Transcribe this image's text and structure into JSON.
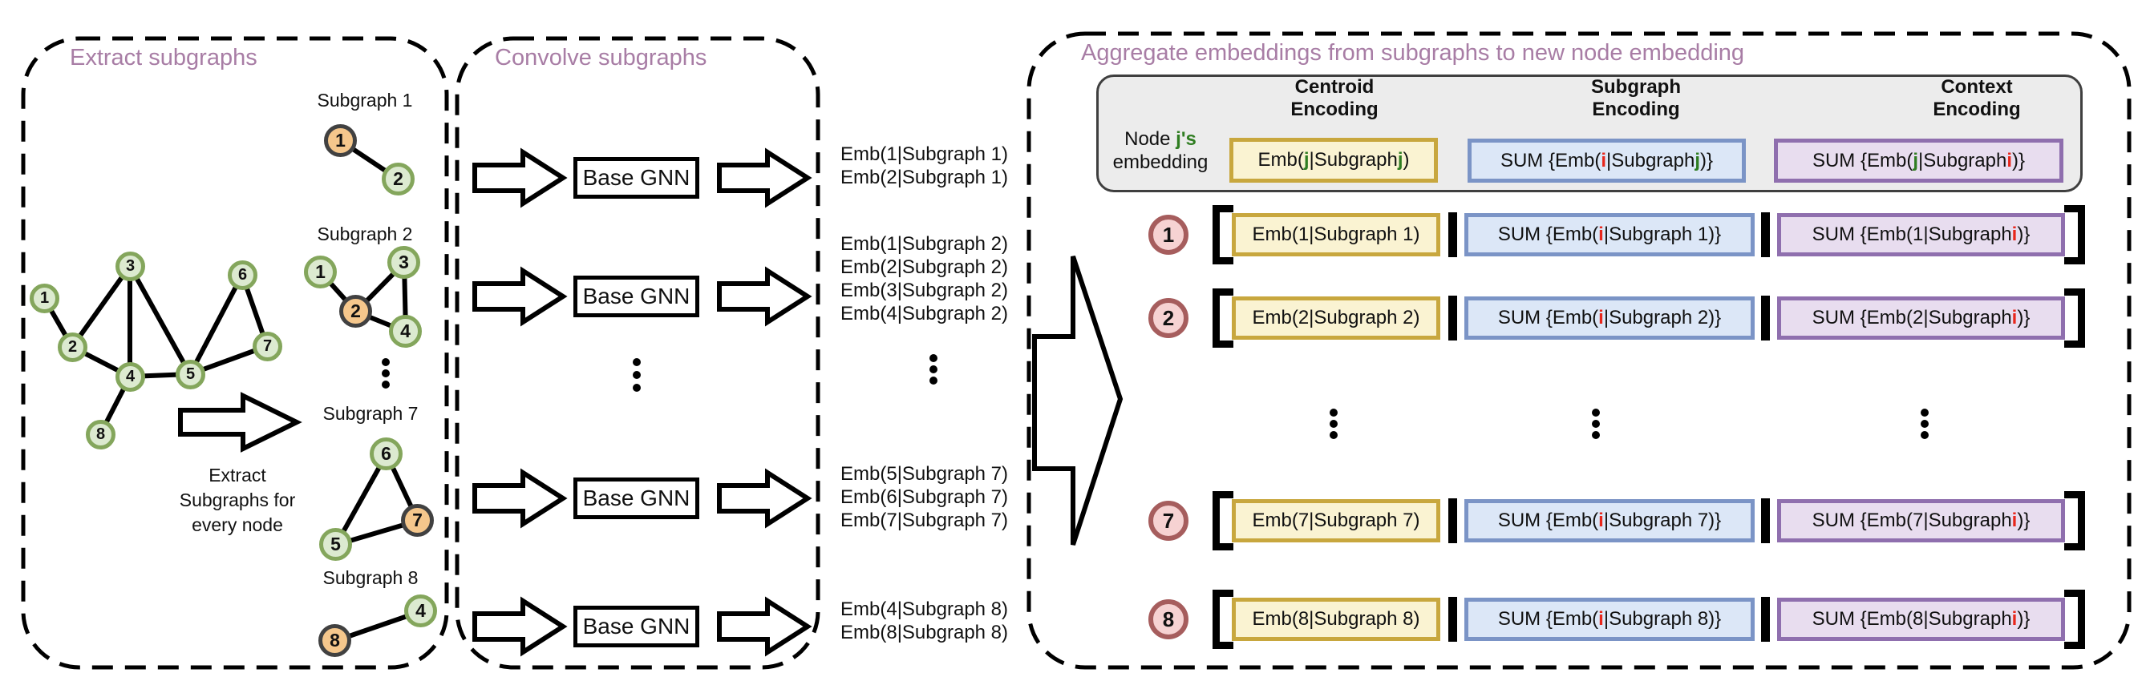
{
  "colors": {
    "title_mauve": "#a87da5",
    "node_green_fill": "#dcead0",
    "node_green_border": "#84a65c",
    "centroid_orange_fill": "#f5c78c",
    "centroid_border": "#414141",
    "pink_circle_fill": "#f6d2d2",
    "pink_circle_border": "#a65d5d",
    "centroid_box_border": "#c8a73e",
    "centroid_box_fill": "#faf3d2",
    "subgraph_box_border": "#7b94c6",
    "subgraph_box_fill": "#dce7f7",
    "context_box_border": "#8f6fae",
    "context_box_fill": "#e8ddef",
    "header_gray_fill": "#ececec",
    "green_char": "#2f7d21",
    "red_char": "#e8271c"
  },
  "panels": {
    "extract": {
      "title": "Extract subgraphs"
    },
    "convolve": {
      "title": "Convolve subgraphs",
      "gnn_label": "Base GNN"
    },
    "aggregate_title": "Aggregate embeddings from subgraphs to new node embedding"
  },
  "graph": {
    "nodes": [
      "1",
      "2",
      "3",
      "4",
      "5",
      "6",
      "7",
      "8"
    ],
    "edges": [
      [
        1,
        2
      ],
      [
        2,
        3
      ],
      [
        2,
        4
      ],
      [
        3,
        4
      ],
      [
        3,
        5
      ],
      [
        4,
        5
      ],
      [
        4,
        8
      ],
      [
        5,
        6
      ],
      [
        5,
        7
      ],
      [
        6,
        7
      ]
    ]
  },
  "extract_caption": {
    "lines": [
      "Extract",
      "Subgraphs for",
      "every node"
    ]
  },
  "subgraphs": [
    {
      "label": "Subgraph 1",
      "nodes": [
        {
          "id": "1",
          "centroid": true
        },
        {
          "id": "2",
          "centroid": false
        }
      ],
      "edges": [
        [
          1,
          2
        ]
      ]
    },
    {
      "label": "Subgraph 2",
      "nodes": [
        {
          "id": "1",
          "centroid": false
        },
        {
          "id": "2",
          "centroid": true
        },
        {
          "id": "3",
          "centroid": false
        },
        {
          "id": "4",
          "centroid": false
        }
      ],
      "edges": [
        [
          1,
          2
        ],
        [
          2,
          3
        ],
        [
          2,
          4
        ],
        [
          3,
          4
        ]
      ]
    },
    {
      "label": "Subgraph 7",
      "nodes": [
        {
          "id": "6",
          "centroid": false
        },
        {
          "id": "7",
          "centroid": true
        },
        {
          "id": "5",
          "centroid": false
        }
      ],
      "edges": [
        [
          5,
          6
        ],
        [
          6,
          7
        ],
        [
          5,
          7
        ]
      ]
    },
    {
      "label": "Subgraph 8",
      "nodes": [
        {
          "id": "4",
          "centroid": false
        },
        {
          "id": "8",
          "centroid": true
        }
      ],
      "edges": [
        [
          8,
          4
        ]
      ]
    }
  ],
  "embeddings": {
    "groups": [
      [
        "Emb(1|Subgraph 1)",
        "Emb(2|Subgraph 1)"
      ],
      [
        "Emb(1|Subgraph 2)",
        "Emb(2|Subgraph 2)",
        "Emb(3|Subgraph 2)",
        "Emb(4|Subgraph 2)"
      ],
      [
        "Emb(5|Subgraph 7)",
        "Emb(6|Subgraph 7)",
        "Emb(7|Subgraph 7)"
      ],
      [
        "Emb(4|Subgraph 8)",
        "Emb(8|Subgraph 8)"
      ]
    ]
  },
  "aggregate": {
    "row_label_line1_segments": [
      {
        "t": "Node "
      },
      {
        "t": "j's",
        "c": "green"
      }
    ],
    "row_label_line2_segments": [
      {
        "t": "embedding"
      }
    ],
    "columns": [
      {
        "title_line1": "Centroid",
        "title_line2": "Encoding",
        "box_segments": [
          {
            "t": "Emb("
          },
          {
            "t": "j",
            "c": "green"
          },
          {
            "t": "|Subgraph "
          },
          {
            "t": "j",
            "c": "green"
          },
          {
            "t": ")"
          }
        ]
      },
      {
        "title_line1": "Subgraph",
        "title_line2": "Encoding",
        "box_segments": [
          {
            "t": "SUM {Emb("
          },
          {
            "t": "i",
            "c": "red"
          },
          {
            "t": "|Subgraph "
          },
          {
            "t": "j",
            "c": "green"
          },
          {
            "t": ")}"
          }
        ]
      },
      {
        "title_line1": "Context",
        "title_line2": "Encoding",
        "box_segments": [
          {
            "t": "SUM {Emb("
          },
          {
            "t": "j",
            "c": "green"
          },
          {
            "t": "|Subgraph "
          },
          {
            "t": "i",
            "c": "red"
          },
          {
            "t": ")}"
          }
        ]
      }
    ],
    "rows": [
      {
        "node": "1",
        "centroid": "Emb(1|Subgraph 1)",
        "subgraph_segments": [
          {
            "t": "SUM {Emb("
          },
          {
            "t": "i",
            "c": "red"
          },
          {
            "t": "|Subgraph 1)}"
          }
        ],
        "context_segments": [
          {
            "t": "SUM {Emb(1|Subgraph "
          },
          {
            "t": "i",
            "c": "red"
          },
          {
            "t": ")}"
          }
        ]
      },
      {
        "node": "2",
        "centroid": "Emb(2|Subgraph 2)",
        "subgraph_segments": [
          {
            "t": "SUM {Emb("
          },
          {
            "t": "i",
            "c": "red"
          },
          {
            "t": "|Subgraph 2)}"
          }
        ],
        "context_segments": [
          {
            "t": "SUM {Emb(2|Subgraph "
          },
          {
            "t": "i",
            "c": "red"
          },
          {
            "t": ")}"
          }
        ]
      },
      {
        "node": "7",
        "centroid": "Emb(7|Subgraph 7)",
        "subgraph_segments": [
          {
            "t": "SUM {Emb("
          },
          {
            "t": "i",
            "c": "red"
          },
          {
            "t": "|Subgraph 7)}"
          }
        ],
        "context_segments": [
          {
            "t": "SUM {Emb(7|Subgraph "
          },
          {
            "t": "i",
            "c": "red"
          },
          {
            "t": ")}"
          }
        ]
      },
      {
        "node": "8",
        "centroid": "Emb(8|Subgraph 8)",
        "subgraph_segments": [
          {
            "t": "SUM {Emb("
          },
          {
            "t": "i",
            "c": "red"
          },
          {
            "t": "|Subgraph 8)}"
          }
        ],
        "context_segments": [
          {
            "t": "SUM {Emb(8|Subgraph "
          },
          {
            "t": "i",
            "c": "red"
          },
          {
            "t": ")}"
          }
        ]
      }
    ]
  }
}
